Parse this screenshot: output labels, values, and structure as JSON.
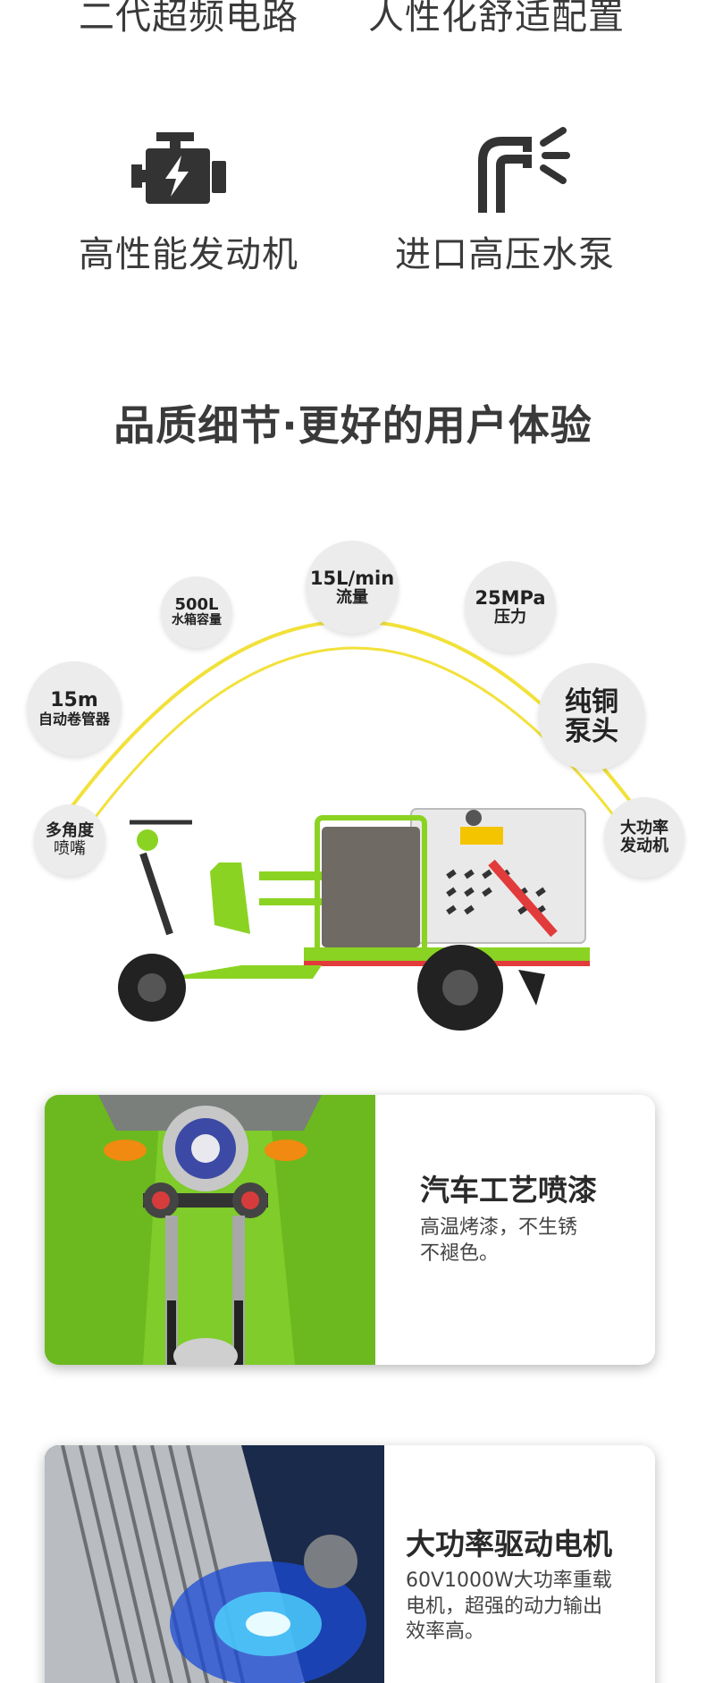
{
  "top_features": {
    "row1": [
      "二代超频电路",
      "人性化舒适配置"
    ],
    "row2": [
      {
        "label": "高性能发动机",
        "icon": "engine-icon"
      },
      {
        "label": "进口高压水泵",
        "icon": "water-pump-icon"
      }
    ]
  },
  "section": {
    "title": "品质细节·更好的用户体验"
  },
  "specs": [
    {
      "line1": "500L",
      "line2": "水箱容量"
    },
    {
      "line1": "15L/min",
      "line2": "流量"
    },
    {
      "line1": "25MPa",
      "line2": "压力"
    },
    {
      "line1": "15m",
      "line2": "自动卷管器"
    },
    {
      "line1": "纯铜",
      "line2": "泵头"
    },
    {
      "line1": "多角度",
      "line2": "喷嘴"
    },
    {
      "line1": "大功率",
      "line2": "发动机"
    }
  ],
  "cards": [
    {
      "title": "汽车工艺喷漆",
      "desc": [
        "高温烤漆，不生锈",
        "不褪色。"
      ]
    },
    {
      "title": "大功率驱动电机",
      "desc": [
        "60V1000W大功率重载",
        "电机，超强的动力输出",
        "效率高。"
      ]
    }
  ],
  "colors": {
    "accent_green": "#8bd322",
    "arc_yellow": "#f2e13a",
    "text_dark": "#3a3a3a"
  }
}
